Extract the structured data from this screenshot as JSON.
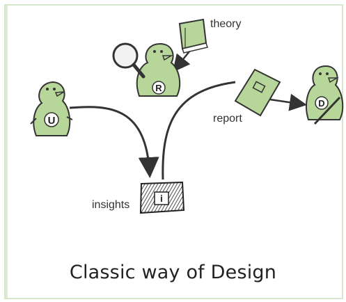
{
  "diagram": {
    "labels": {
      "theory": "theory",
      "report": "report",
      "insights": "insights"
    },
    "figure_letters": {
      "user": "U",
      "researcher": "R",
      "designer": "D"
    },
    "caption": "Classic way of Design",
    "colors": {
      "figure_fill": "#b7d69a",
      "stroke": "#333333",
      "frame_border": "#d6e6cf"
    }
  }
}
